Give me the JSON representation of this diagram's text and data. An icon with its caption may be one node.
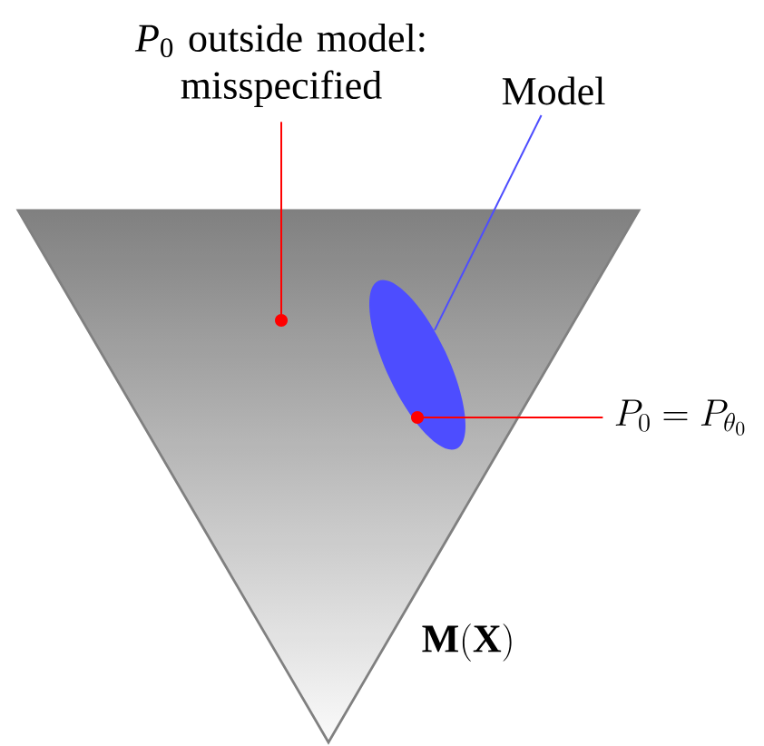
{
  "diagram": {
    "nodes": [
      {
        "text": [
          "*P*$_{0}$ outside model: misspecified"
        ]
      },
      {
        "text": [
          "Model"
        ]
      },
      {
        "text": [
          "\\mathbf{M}(\\mathbf{X})"
        ]
      },
      {
        "text": [],
        "shape": "ellipse",
        "in": 2
      },
      {
        "text": [
          "P_0 = P_{\\theta_0}"
        ]
      }
    ],
    "edges": [
      {
        "from": 0,
        "to": 2,
        "arrow": "other",
        "color": "#ff0000"
      },
      {
        "from": 1,
        "to": 3,
        "arrow": "none",
        "color": "#4d4dff"
      },
      {
        "from": 4,
        "to": 3,
        "arrow": "other",
        "color": "#ff0000"
      }
    ]
  }
}
